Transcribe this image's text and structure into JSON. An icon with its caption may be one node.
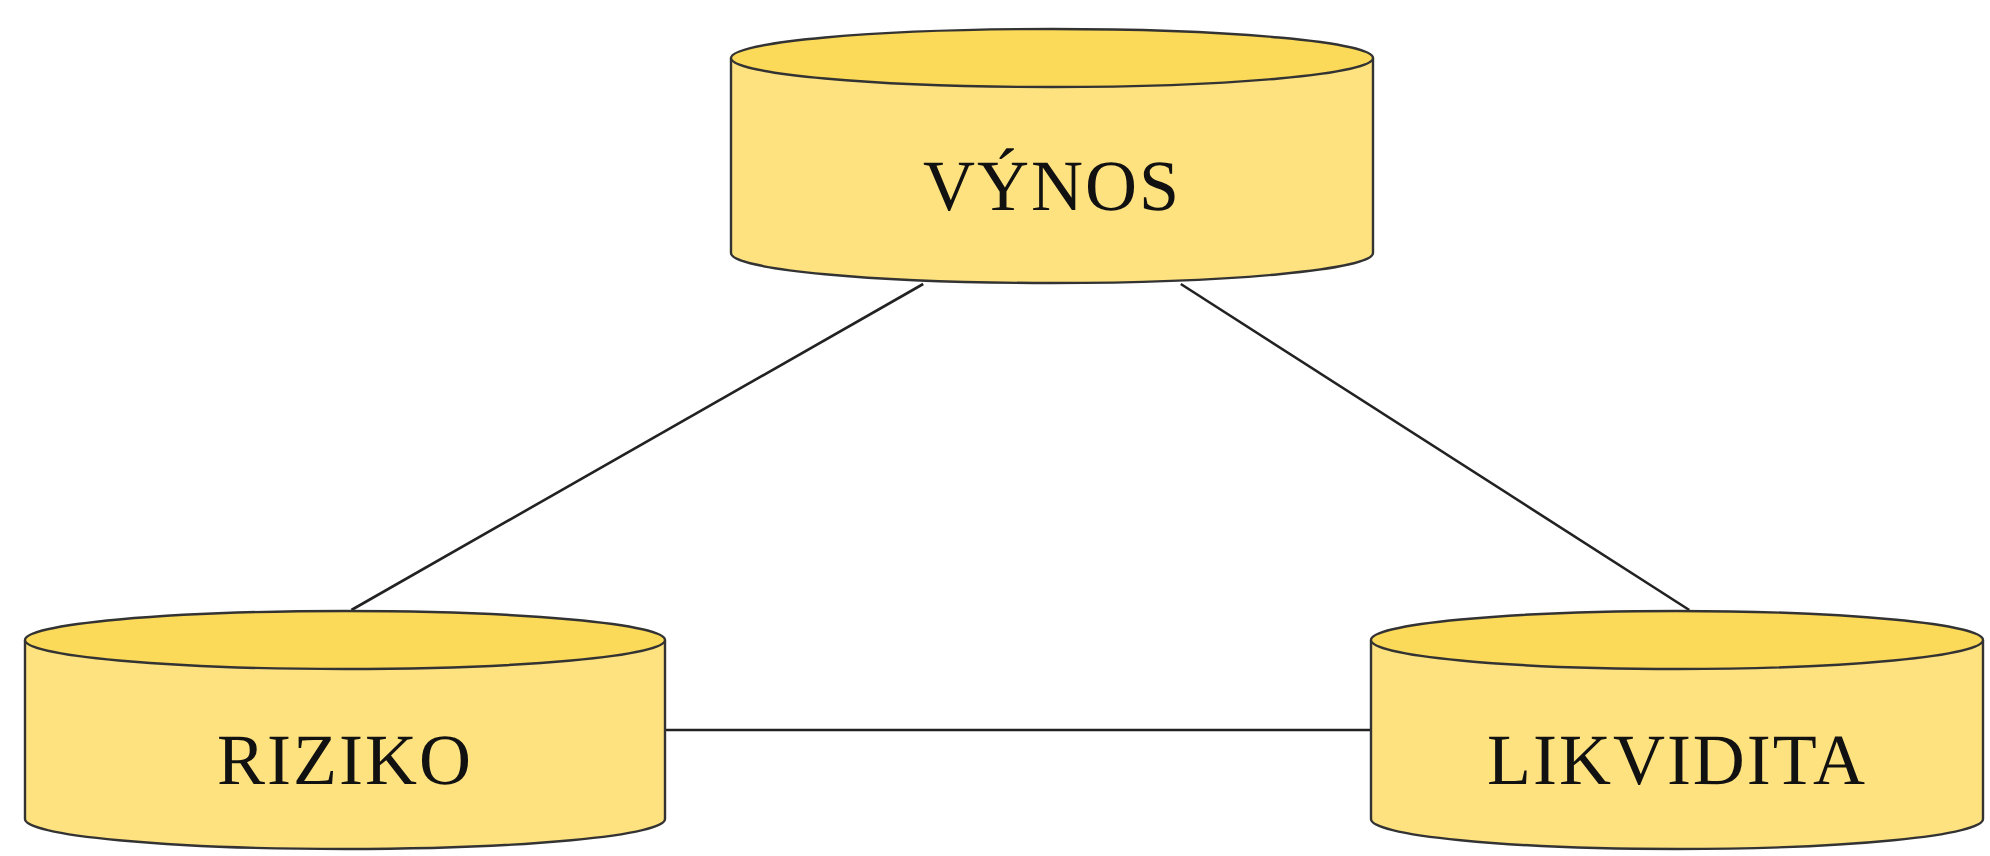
{
  "diagram": {
    "nodes": [
      {
        "text": [
          "VÝNOS"
        ]
      },
      {
        "text": [
          "RIZIKO"
        ]
      },
      {
        "text": [
          "LIKVIDITA"
        ]
      }
    ],
    "edges": [
      {
        "from": 0,
        "to": 1,
        "arrow": "none"
      },
      {
        "from": 0,
        "to": 2,
        "arrow": "none"
      },
      {
        "from": 1,
        "to": 2,
        "arrow": "none"
      }
    ]
  }
}
